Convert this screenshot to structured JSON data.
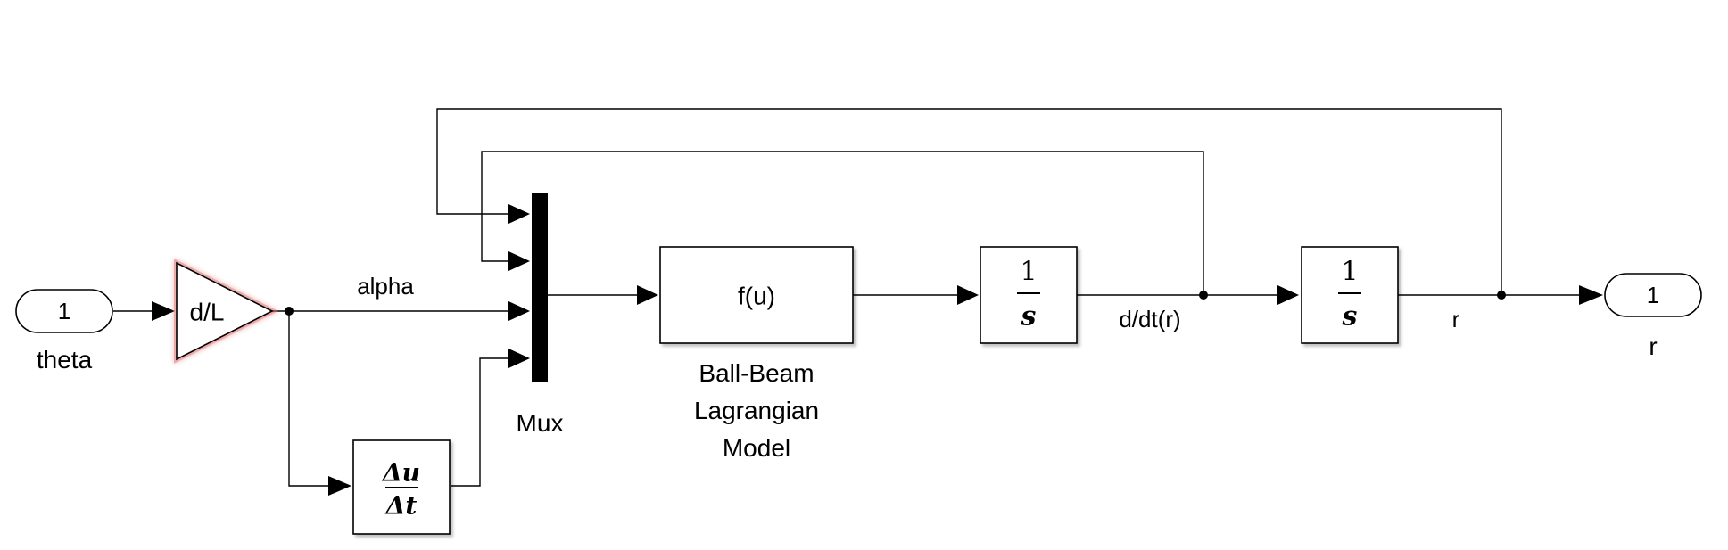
{
  "blocks": {
    "inport": {
      "number": "1",
      "name": "theta"
    },
    "gain": {
      "text": "d/L"
    },
    "derivative": {
      "numerator": "Δu",
      "denominator": "Δt"
    },
    "mux": {
      "name": "Mux"
    },
    "fcn": {
      "text": "f(u)",
      "name_lines": [
        "Ball-Beam",
        "Lagrangian",
        "Model"
      ]
    },
    "integrator1": {
      "numerator": "1",
      "denominator": "s"
    },
    "integrator2": {
      "numerator": "1",
      "denominator": "s"
    },
    "outport": {
      "number": "1",
      "name": "r"
    }
  },
  "signals": {
    "alpha": "alpha",
    "ddt_r": "d/dt(r)",
    "r": "r"
  },
  "colors": {
    "line": "#000000",
    "gain_highlight": "#e06666"
  }
}
